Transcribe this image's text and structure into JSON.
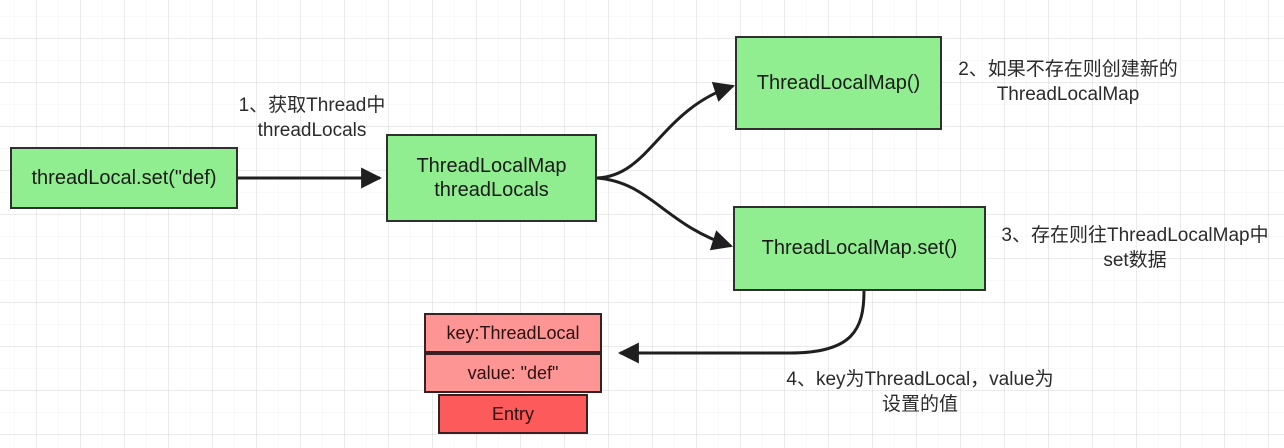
{
  "diagram": {
    "title": "ThreadLocal.set() flow",
    "background": "#ffffff",
    "grid_color": "#e8e8e8",
    "colors": {
      "node_fill_green": "#90ee90",
      "node_border": "#2f2f2f",
      "entry_fill_light": "#fd9595",
      "entry_fill_dark": "#fd5b5b",
      "entry_border": "#3a2020",
      "edge": "#1f1f1f",
      "text": "#1a1a1a"
    }
  },
  "nodes": {
    "thread_local_set": {
      "label": "threadLocal.set(\"def)"
    },
    "thread_locals_map": {
      "line1": "ThreadLocalMap",
      "line2": "threadLocals"
    },
    "new_thread_local_map": {
      "label": "ThreadLocalMap()"
    },
    "thread_local_map_set": {
      "label": "ThreadLocalMap.set()"
    }
  },
  "entry": {
    "key_row": "key:ThreadLocal",
    "value_row": "value: \"def\"",
    "type_row": "Entry"
  },
  "notes": {
    "step1": {
      "line1": "1、获取Thread中",
      "line2": "threadLocals"
    },
    "step2": {
      "line1": "2、如果不存在则创建新的",
      "line2": "ThreadLocalMap"
    },
    "step3": {
      "line1": "3、存在则往ThreadLocalMap中",
      "line2": "set数据"
    },
    "step4": {
      "line1": "4、key为ThreadLocal，value为",
      "line2": "设置的值"
    }
  }
}
